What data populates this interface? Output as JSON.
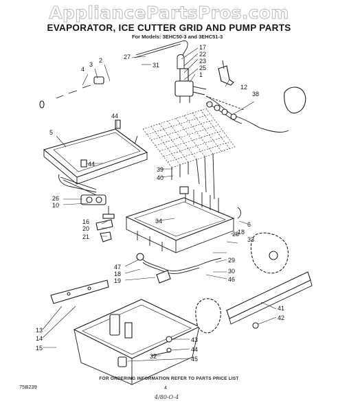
{
  "watermark": "AppliancePartsPros.com",
  "title": "EVAPORATOR, ICE CUTTER GRID AND PUMP PARTS",
  "subtitle": "For Models: 3EHC50-3 and 3EHC51-3",
  "footer": "FOR ORDERING INFORMATION REFER TO PARTS PRICE LIST",
  "page_number": "4",
  "drawing_code": "75B239",
  "handwriting": "4/80-O-4",
  "callouts": [
    "17",
    "22",
    "23",
    "25",
    "1",
    "12",
    "38",
    "27",
    "31",
    "4",
    "3",
    "2",
    "44",
    "5",
    "44",
    "26",
    "10",
    "39",
    "40",
    "6",
    "34",
    "28",
    "18",
    "33",
    "16",
    "20",
    "21",
    "47",
    "18",
    "19",
    "29",
    "30",
    "46",
    "41",
    "42",
    "13",
    "14",
    "15",
    "43",
    "44",
    "32",
    "45"
  ]
}
